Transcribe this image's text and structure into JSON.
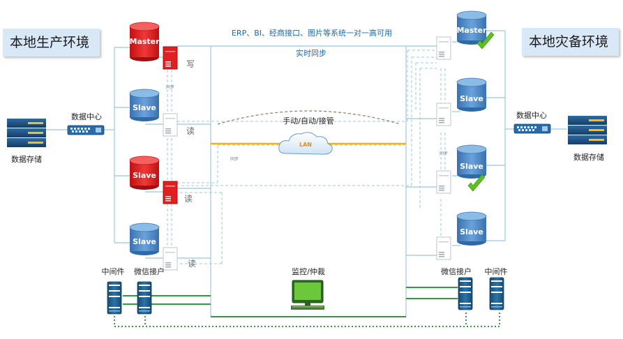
{
  "left_env": "本地生产环境",
  "right_env": "本地灾备环境",
  "top_caption": "ERP、BI、经商接口、图片等系统一对一高可用",
  "sync_caption": "实时同步",
  "takeover_caption": "手动/自动/接管",
  "lan": "LAN",
  "monitor": "监控/仲裁",
  "datacenter": "数据中心",
  "storage": "数据存储",
  "middleware": "中间件",
  "wechat": "微信接户",
  "db_master": "Master",
  "db_slave": "Slave",
  "op_write": "写",
  "op_read": "读",
  "sync_small": "同步",
  "colors": {
    "red": "#e02020",
    "blue": "#4a86c8",
    "line": "#9cc8dc",
    "green": "#2e9e3e",
    "lan_yellow": "#f0b020",
    "navy": "#1e5a88",
    "caption": "#1a6aa8"
  }
}
